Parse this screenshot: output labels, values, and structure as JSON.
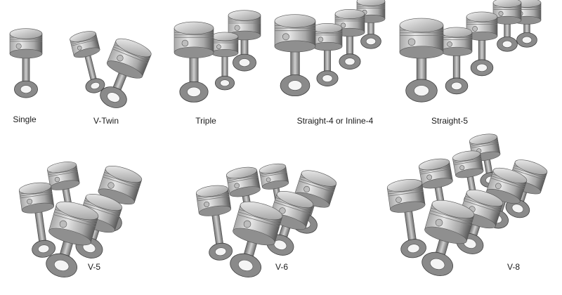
{
  "engines": [
    {
      "id": "single",
      "label": "Single",
      "pistons": 1
    },
    {
      "id": "v-twin",
      "label": "V-Twin",
      "pistons": 2
    },
    {
      "id": "triple",
      "label": "Triple",
      "pistons": 3
    },
    {
      "id": "straight-4",
      "label": "Straight-4 or Inline-4",
      "pistons": 4
    },
    {
      "id": "straight-5",
      "label": "Straight-5",
      "pistons": 5
    },
    {
      "id": "v-5",
      "label": "V-5",
      "pistons": 5
    },
    {
      "id": "v-6",
      "label": "V-6",
      "pistons": 6
    },
    {
      "id": "v-8",
      "label": "V-8",
      "pistons": 8
    }
  ],
  "colors": {
    "background": "#ffffff",
    "metal_light": "#e6e6e6",
    "metal_mid": "#a8a8a8",
    "metal_dark": "#5a5a5a",
    "text": "#1a1a1a"
  }
}
